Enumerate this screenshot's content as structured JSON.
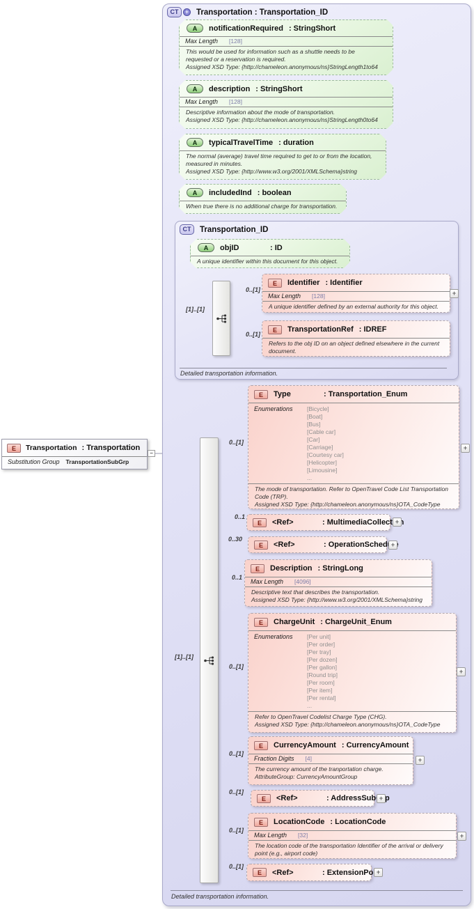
{
  "palette": {
    "element_pink": "#f7c5bd",
    "attribute_green": "#a8dd92",
    "complex_purple": "#d9d6f4",
    "container_lavender": "#e2e2f6",
    "line_gray": "#9a9ab0"
  },
  "icons": {
    "expand": "+",
    "collapse": "−",
    "complex_type_badge": "CT",
    "attribute_badge": "A",
    "element_badge": "E"
  },
  "root": {
    "badge": "E",
    "name": "Transportation",
    "type": ": Transportation",
    "substitution_label": "Substitution Group",
    "substitution_value": "TransportationSubGrp"
  },
  "outer": {
    "badge": "CT",
    "title": "Transportation : Transportation_ID",
    "cardinality": "[1]..[1]",
    "footer": "Detailed transportation information."
  },
  "attrs": [
    {
      "badge": "A",
      "name": "notificationRequired",
      "type": ": StringShort",
      "facet_label": "Max Length",
      "facet_value": "[128]",
      "desc": "This would be used for information such as a shuttle needs to be\nrequested or a reservation is required.\nAssigned XSD Type: {http://chameleon.anonymous/ns}StringLength1to64"
    },
    {
      "badge": "A",
      "name": "description",
      "type": ": StringShort",
      "facet_label": "Max Length",
      "facet_value": "[128]",
      "desc": "Descriptive information about the mode of transportation.\nAssigned XSD Type: {http://chameleon.anonymous/ns}StringLength0to64"
    },
    {
      "badge": "A",
      "name": "typicalTravelTime",
      "type": ": duration",
      "desc": "The normal (average) travel time required to get to or from the location,\nmeasured in minutes.\nAssigned XSD Type: {http://www.w3.org/2001/XMLSchema}string"
    },
    {
      "badge": "A",
      "name": "includedInd",
      "type": ": boolean",
      "desc": "When true there is no additional charge for transportation."
    }
  ],
  "inner": {
    "badge": "CT",
    "title": "Transportation_ID",
    "cardinality": "[1]..[1]",
    "footer": "Detailed transportation information.",
    "objid": {
      "badge": "A",
      "name": "objID",
      "type": ": ID",
      "desc": "A unique identifier within this document for this object."
    },
    "children": [
      {
        "badge": "E",
        "cardinality": "0..[1]",
        "name": "Identifier",
        "type": ": Identifier",
        "facet_label": "Max Length",
        "facet_value": "[128]",
        "desc": "A unique identifier defined by an external authority for this object."
      },
      {
        "badge": "E",
        "cardinality": "0..[1]",
        "name": "TransportationRef",
        "type": ": IDREF",
        "desc": "Refers to the obj ID on an object defined elsewhere in the current\ndocument."
      }
    ]
  },
  "children": [
    {
      "badge": "E",
      "cardinality": "0..[1]",
      "name": "Type",
      "type": ": Transportation_Enum",
      "enum_label": "Enumerations",
      "enums": "[Bicycle]\n[Boat]\n[Bus]\n[Cable car]\n[Car]\n[Carriage]\n[Courtesy car]\n[Helicopter]\n[Limousine]\n...",
      "desc": "The mode of transportation. Refer to OpenTravel Code List Transportation\nCode (TRP).\nAssigned XSD Type: {http://chameleon.anonymous/ns}OTA_CodeType"
    },
    {
      "badge": "E",
      "cardinality": "0..1",
      "name": "<Ref>",
      "type": ": MultimediaCollection"
    },
    {
      "badge": "E",
      "cardinality": "0..30",
      "name": "<Ref>",
      "type": ": OperationSchedule"
    },
    {
      "badge": "E",
      "cardinality": "0..1",
      "name": "Description",
      "type": ": StringLong",
      "facet_label": "Max Length",
      "facet_value": "[4096]",
      "desc": "Descriptive text that describes the transportation.\nAssigned XSD Type: {http://www.w3.org/2001/XMLSchema}string"
    },
    {
      "badge": "E",
      "cardinality": "0..[1]",
      "name": "ChargeUnit",
      "type": ": ChargeUnit_Enum",
      "enum_label": "Enumerations",
      "enums": "[Per unit]\n[Per order]\n[Per tray]\n[Per dozen]\n[Per gallon]\n[Round trip]\n[Per room]\n[Per item]\n[Per rental]\n...",
      "desc": "Refer to OpenTravel Codelist Charge Type (CHG).\nAssigned XSD Type: {http://chameleon.anonymous/ns}OTA_CodeType"
    },
    {
      "badge": "E",
      "cardinality": "0..[1]",
      "name": "CurrencyAmount",
      "type": ": CurrencyAmount",
      "facet_label": "Fraction Digits",
      "facet_value": "[4]",
      "desc": "The currency amount of the tranportation charge.\nAttributeGroup: CurrencyAmountGroup"
    },
    {
      "badge": "E",
      "cardinality": "0..[1]",
      "name": "<Ref>",
      "type": ": AddressSubGrp"
    },
    {
      "badge": "E",
      "cardinality": "0..[1]",
      "name": "LocationCode",
      "type": ": LocationCode",
      "facet_label": "Max Length",
      "facet_value": "[32]",
      "desc": "The location code of the transportation Identifier of the arrival or delivery\npoint (e.g., airport code)"
    },
    {
      "badge": "E",
      "cardinality": "0..[1]",
      "name": "<Ref>",
      "type": ": ExtensionPoint"
    }
  ]
}
